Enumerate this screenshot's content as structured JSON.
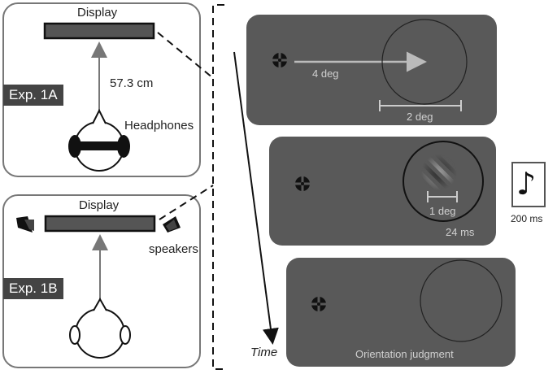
{
  "exp1a": {
    "display_label": "Display",
    "badge": "Exp. 1A",
    "distance": "57.3 cm",
    "headphones_label": "Headphones"
  },
  "exp1b": {
    "display_label": "Display",
    "badge": "Exp. 1B",
    "speakers_label": "speakers"
  },
  "timeline": {
    "time_label": "Time",
    "frame1": {
      "eccentricity_label": "4 deg",
      "diameter_label": "2 deg"
    },
    "frame2": {
      "gabor_label": "1 deg",
      "duration_label": "24 ms"
    },
    "frame3": {
      "task_label": "Orientation judgment"
    },
    "sound": {
      "icon": "music-note-icon",
      "duration_label": "200 ms"
    }
  },
  "colors": {
    "screen_bg": "#595959",
    "panel_border": "#777777",
    "badge_bg": "#444444",
    "display_fill": "#555555"
  }
}
